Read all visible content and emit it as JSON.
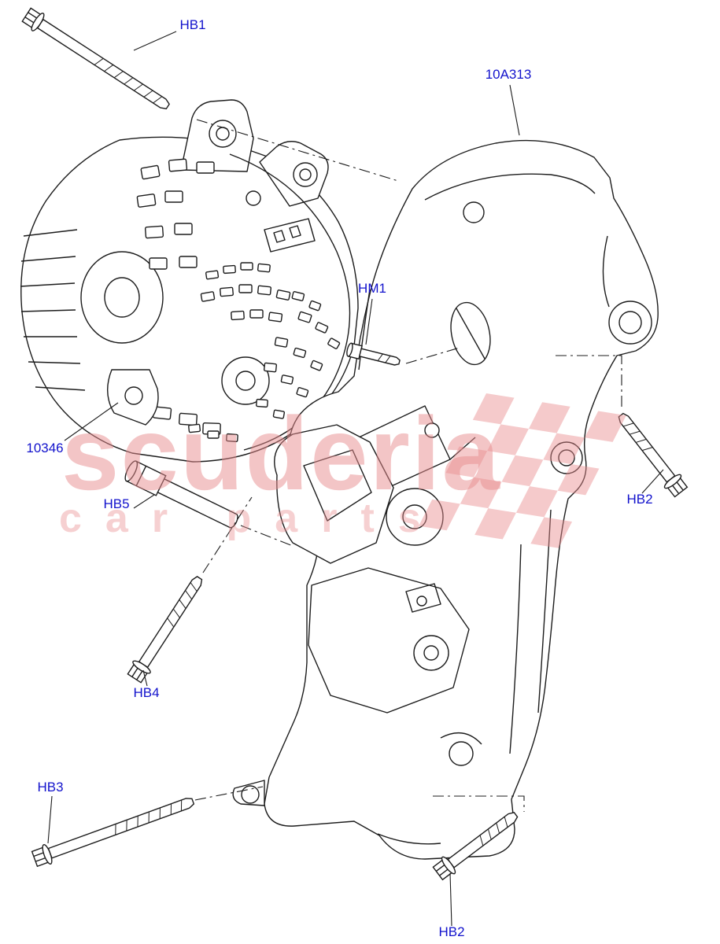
{
  "colors": {
    "label": "#1212cc",
    "line": "#1c1c1c",
    "watermark": "#e98c8e",
    "background": "#ffffff"
  },
  "watermark": {
    "line1": "scuderia",
    "line2": "car parts"
  },
  "labels": [
    {
      "id": "HB1",
      "text": "HB1"
    },
    {
      "id": "10A313",
      "text": "10A313"
    },
    {
      "id": "HM1",
      "text": "HM1"
    },
    {
      "id": "10346",
      "text": "10346"
    },
    {
      "id": "HB5",
      "text": "HB5"
    },
    {
      "id": "HB2-right",
      "text": "HB2"
    },
    {
      "id": "HB4",
      "text": "HB4"
    },
    {
      "id": "HB3",
      "text": "HB3"
    },
    {
      "id": "HB2-bottom",
      "text": "HB2"
    }
  ]
}
